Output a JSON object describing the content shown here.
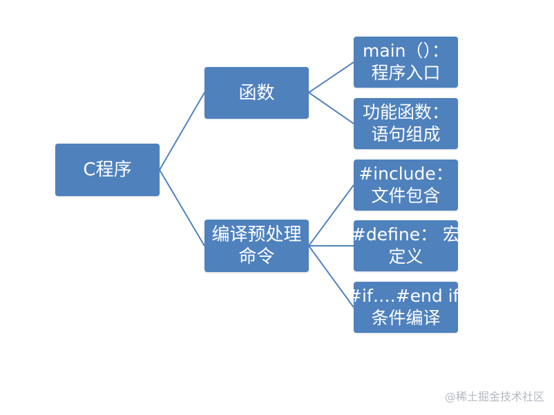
{
  "diagram": {
    "root": {
      "label": "C程序"
    },
    "branches": [
      {
        "label_lines": [
          "函数"
        ],
        "children": [
          {
            "lines": [
              "main（）：",
              "程序入口"
            ]
          },
          {
            "lines": [
              "功能函数：",
              "语句组成"
            ]
          }
        ]
      },
      {
        "label_lines": [
          "编译预处理",
          "命令"
        ],
        "children": [
          {
            "lines": [
              "#include：",
              "文件包含"
            ]
          },
          {
            "lines": [
              "#define：  宏",
              "定义"
            ]
          },
          {
            "lines": [
              "#if….#end if:",
              "条件编译"
            ]
          }
        ]
      }
    ]
  },
  "watermark": "@稀土掘金技术社区",
  "colors": {
    "node_fill": "#4f81bd",
    "connector": "#4f81bd",
    "text": "#ffffff"
  }
}
